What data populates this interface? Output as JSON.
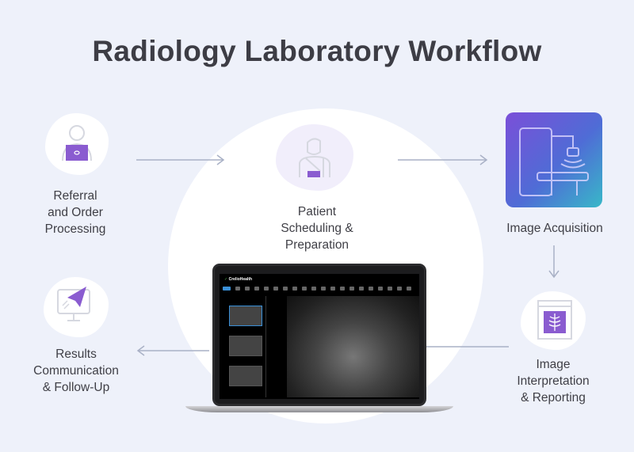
{
  "title": "Radiology Laboratory Workflow",
  "steps": [
    {
      "label_lines": [
        "Referral",
        "and Order",
        "Processing"
      ],
      "icon": "doctor-laptop-icon"
    },
    {
      "label_lines": [
        "Patient",
        "Scheduling &",
        "Preparation"
      ],
      "icon": "patient-sling-icon"
    },
    {
      "label_lines": [
        "Image Acquisition"
      ],
      "icon": "mri-scanner-icon"
    },
    {
      "label_lines": [
        "Image",
        "Interpretation",
        "& Reporting"
      ],
      "icon": "xray-monitor-icon"
    },
    {
      "label_lines": [
        "Results",
        "Communication",
        "& Follow-Up"
      ],
      "icon": "send-monitor-icon"
    }
  ],
  "laptop": {
    "brand": "CrelioHealth"
  },
  "colors": {
    "accent": "#8a5cd0",
    "background": "#eef1fa",
    "arrow": "#a9b1c6"
  }
}
